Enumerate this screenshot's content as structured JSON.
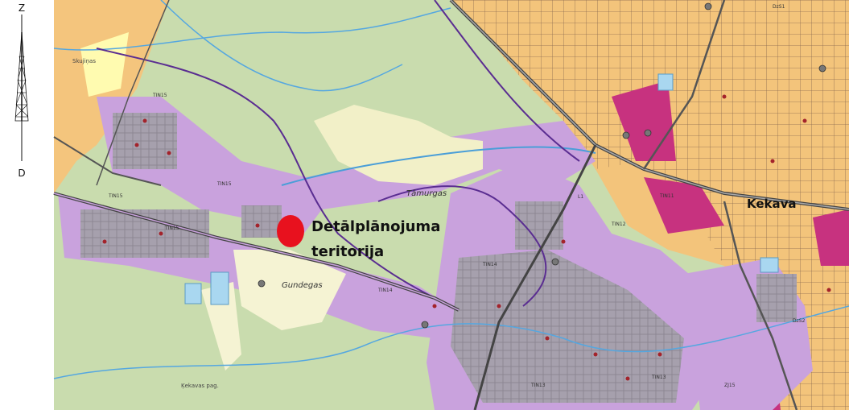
{
  "compass": {
    "north": "Z",
    "south": "D"
  },
  "labels": {
    "site_line1": "Detālplānojuma",
    "site_line2": "teritorija",
    "town": "Kekava",
    "river": "Tāmurgas",
    "road": "Gundegas",
    "place_bottom": "Ķekavas pag.",
    "zone_skujinas": "Skujiņas",
    "zone_codes": [
      "TIN15",
      "TIN15",
      "TIN15",
      "TIN14",
      "TIN13",
      "TIN12",
      "TIN11",
      "TIN15",
      "DzS1",
      "DzS2",
      "L1",
      "TIN14",
      "TIN13",
      "ZJ15"
    ]
  },
  "colors": {
    "forest": "#c9dcae",
    "industrial": "#c9a2dd",
    "industrial_dark": "#a77cc8",
    "residential": "#f5c77e",
    "public": "#c7327f",
    "road": "#555555",
    "water": "#a9d7f0",
    "site_marker": "#e8111e"
  }
}
